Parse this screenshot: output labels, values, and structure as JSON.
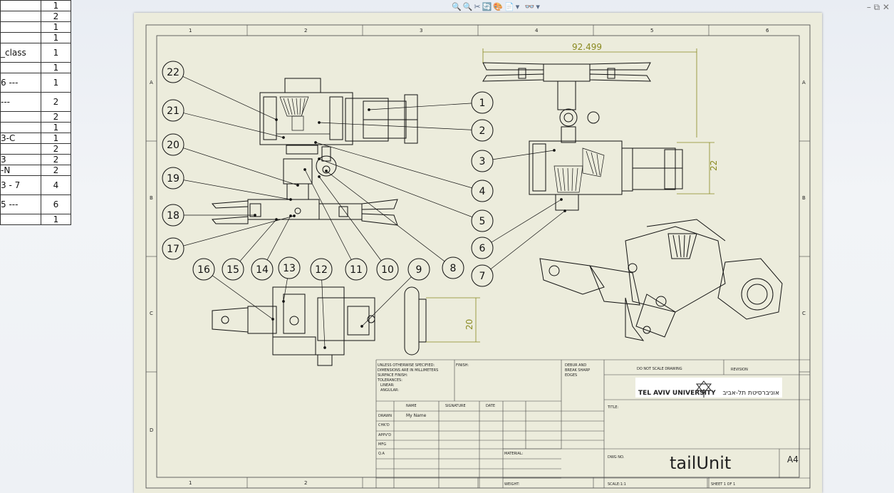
{
  "toolbar": {
    "icons_text": "🔍🔍✂🔄🎨📄▾ 👓▾"
  },
  "window_controls": {
    "text": "– ⧉ ✕"
  },
  "bom_table": {
    "rows": [
      {
        "name": "",
        "qty": "1"
      },
      {
        "name": "",
        "qty": "2"
      },
      {
        "name": "",
        "qty": "1"
      },
      {
        "name": "",
        "qty": "1"
      },
      {
        "name": "_class",
        "qty": "1"
      },
      {
        "name": "",
        "qty": "1"
      },
      {
        "name": "6 ---",
        "qty": "1"
      },
      {
        "name": "---",
        "qty": "2"
      },
      {
        "name": "",
        "qty": "2"
      },
      {
        "name": "",
        "qty": "1"
      },
      {
        "name": "3-C",
        "qty": "1"
      },
      {
        "name": "",
        "qty": "2"
      },
      {
        "name": "3",
        "qty": "2"
      },
      {
        "name": "-N",
        "qty": "2"
      },
      {
        "name": "3 - 7",
        "qty": "4"
      },
      {
        "name": "5 ---",
        "qty": "6"
      },
      {
        "name": "",
        "qty": "1"
      }
    ]
  },
  "sheet": {
    "zones_top": [
      "1",
      "2",
      "3",
      "4",
      "5",
      "6"
    ],
    "zones_bottom": [
      "1",
      "2"
    ],
    "zones_left": [
      "A",
      "B",
      "C",
      "D"
    ],
    "zones_right": [
      "A",
      "B",
      "C"
    ],
    "balloons": [
      "1",
      "2",
      "3",
      "4",
      "5",
      "6",
      "7",
      "8",
      "9",
      "10",
      "11",
      "12",
      "13",
      "14",
      "15",
      "16",
      "17",
      "18",
      "19",
      "20",
      "21",
      "22"
    ],
    "dimensions": {
      "top_width": "92.499",
      "side_height": "22",
      "front_height": "20"
    }
  },
  "title_block": {
    "tolerance_note": [
      "UNLESS OTHERWISE SPECIFIED:",
      "DIMENSIONS ARE IN MILLIMETERS",
      "SURFACE FINISH:",
      "TOLERANCES:",
      "LINEAR:",
      "ANGULAR:"
    ],
    "finish_label": "FINISH:",
    "deburr_note": [
      "DEBUR AND",
      "BREAK SHARP",
      "EDGES"
    ],
    "do_not_scale": "DO NOT SCALE DRAWING",
    "revision_label": "REVISION",
    "university_en": "TEL AVIV UNIVERSITY",
    "university_he": "אוניברסיטת תל-אביב",
    "col_headers": {
      "name": "NAME",
      "signature": "SIGNATURE",
      "date": "DATE"
    },
    "row_labels": [
      "DRAWN",
      "CHK'D",
      "APPV'D",
      "MFG",
      "Q.A"
    ],
    "drawn_name": "My Name",
    "title_label": "TITLE:",
    "material_label": "MATERIAL:",
    "dwg_no_label": "DWG NO.",
    "dwg_title": "tailUnit",
    "sheet_size": "A4",
    "weight_label": "WEIGHT:",
    "scale_label": "SCALE:1:1",
    "sheet_label": "SHEET 1 OF 1"
  }
}
